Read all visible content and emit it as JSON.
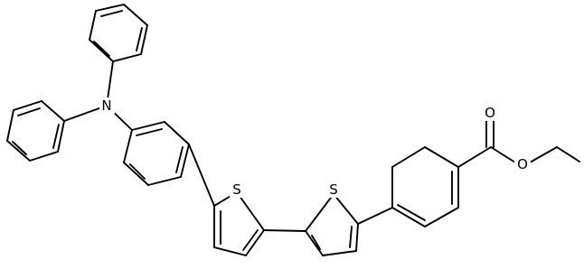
{
  "atom_labels": {
    "nitrogen": "N",
    "sulfur_left": "S",
    "sulfur_right": "S",
    "carbonyl_oxygen": "O",
    "ester_oxygen": "O"
  }
}
